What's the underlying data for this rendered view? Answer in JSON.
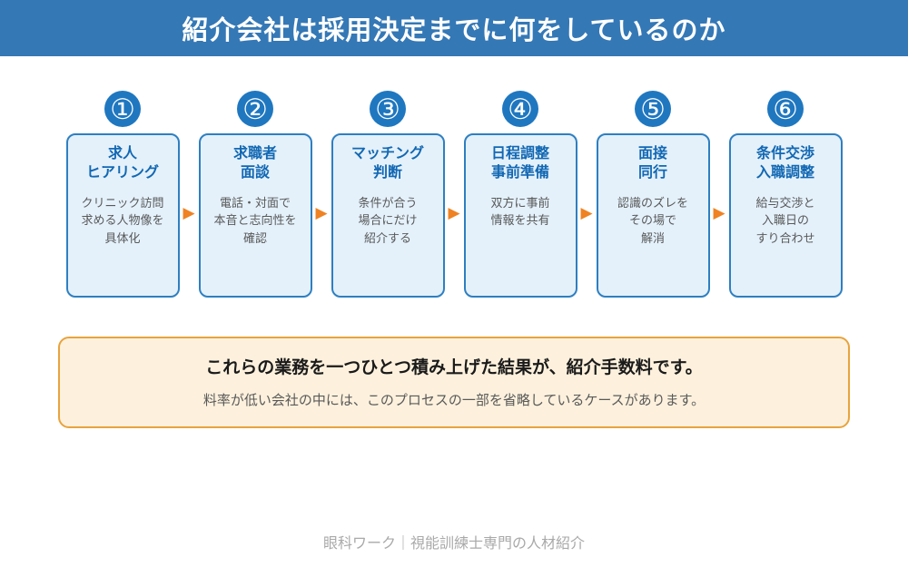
{
  "header": {
    "title": "紹介会社は採用決定までに何をしているのか"
  },
  "steps": [
    {
      "number": "①",
      "title": "求人\nヒアリング",
      "desc": "クリニック訪問\n求める人物像を\n具体化"
    },
    {
      "number": "②",
      "title": "求職者\n面談",
      "desc": "電話・対面で\n本音と志向性を\n確認"
    },
    {
      "number": "③",
      "title": "マッチング\n判断",
      "desc": "条件が合う\n場合にだけ\n紹介する"
    },
    {
      "number": "④",
      "title": "日程調整\n事前準備",
      "desc": "双方に事前\n情報を共有"
    },
    {
      "number": "⑤",
      "title": "面接\n同行",
      "desc": "認識のズレを\nその場で\n解消"
    },
    {
      "number": "⑥",
      "title": "条件交渉\n入職調整",
      "desc": "給与交渉と\n入職日の\nすり合わせ"
    }
  ],
  "icons": {
    "arrow": "▶"
  },
  "note": {
    "title": "これらの業務を一つひとつ積み上げた結果が、紹介手数料です。",
    "sub": "料率が低い会社の中には、このプロセスの一部を省略しているケースがあります。"
  },
  "footer": {
    "text": "眼科ワーク｜視能訓練士専門の人材紹介"
  },
  "colors": {
    "header_bg": "#3478b6",
    "badge_bg": "#1f77c0",
    "card_bg": "#e4f1fb",
    "card_border": "#2e7fc1",
    "card_title": "#1268b3",
    "card_desc": "#595959",
    "arrow": "#ef8222",
    "note_bg": "#fdf1dd",
    "note_border": "#e8a33d",
    "footer_text": "#a9a9a9"
  }
}
